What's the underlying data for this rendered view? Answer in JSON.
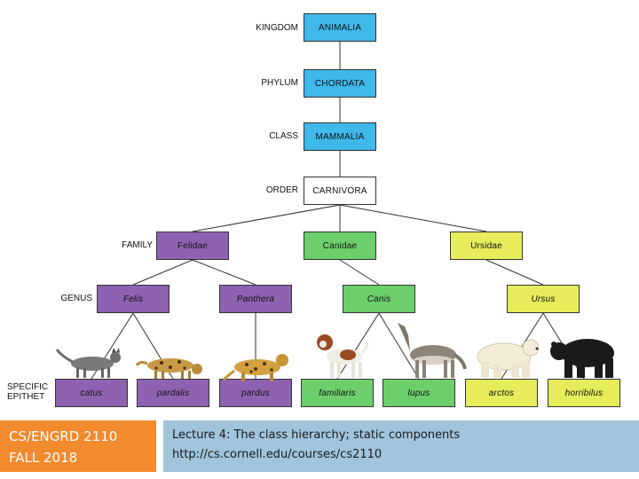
{
  "ranks": {
    "kingdom": "KINGDOM",
    "phylum": "PHYLUM",
    "class": "CLASS",
    "order": "ORDER",
    "family": "FAMILY",
    "genus": "GENUS",
    "specific_epithet_line1": "SPECIFIC",
    "specific_epithet_line2": "EPITHET"
  },
  "nodes": {
    "kingdom": "ANIMALIA",
    "phylum": "CHORDATA",
    "class": "MAMMALIA",
    "order": "CARNIVORA",
    "families": [
      "Felidae",
      "Canidae",
      "Ursidae"
    ],
    "genera": [
      "Felis",
      "Panthera",
      "Canis",
      "Ursus"
    ],
    "epithets": [
      "catus",
      "pardalis",
      "pardus",
      "familiaris",
      "lupus",
      "arctos",
      "horribilus"
    ]
  },
  "colors": {
    "kingdom_phylum_class": "#3fb8ea",
    "order": "#ffffff",
    "felidae": "#8e62b0",
    "canidae": "#6ccf6c",
    "ursidae": "#e6ec5a",
    "footer_course": "#f28a2e",
    "footer_lecture": "#a0c4dc"
  },
  "animals": [
    "cat-icon",
    "ocelot-icon",
    "leopard-icon",
    "dog-icon",
    "wolf-icon",
    "polar-bear-icon",
    "black-bear-icon"
  ],
  "footer": {
    "course_line1": "CS/ENGRD 2110",
    "course_line2": "FALL 2018",
    "lecture_title": "Lecture 4: The class hierarchy; static components",
    "lecture_url": "http://cs.cornell.edu/courses/cs2110"
  }
}
